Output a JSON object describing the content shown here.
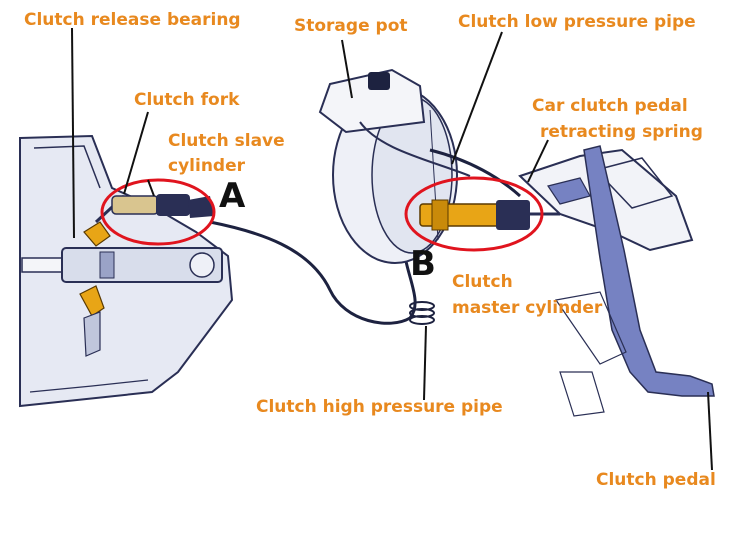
{
  "colors": {
    "label": "#e8891f",
    "marker": "#111111",
    "highlight_circle": "#e0141e",
    "part_body": "#c9d1e6",
    "part_stroke": "#2a2f55",
    "hydraulic_part": "#e8a516",
    "pedal_bracket": "#7682c2",
    "leader_line": "#111111"
  },
  "labels": {
    "release_bearing": "Clutch release bearing",
    "storage_pot": "Storage pot",
    "low_pressure_pipe": "Clutch low pressure pipe",
    "clutch_fork": "Clutch fork",
    "return_spring_line1": "Car clutch pedal",
    "return_spring_line2": "retracting spring",
    "slave_line1": "Clutch slave",
    "slave_line2": "cylinder",
    "master_line1": "Clutch",
    "master_line2": "master cylinder",
    "high_pressure_pipe": "Clutch high pressure pipe",
    "clutch_pedal": "Clutch pedal"
  },
  "markers": {
    "a": "A",
    "b": "B"
  }
}
